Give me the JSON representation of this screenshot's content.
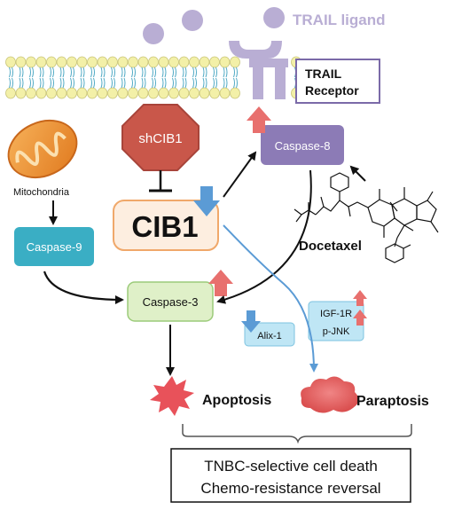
{
  "labels": {
    "trail_ligand": "TRAIL ligand",
    "trail_receptor_line1": "TRAIL",
    "trail_receptor_line2": "Receptor",
    "mitochondria": "Mitochondria",
    "shcib1": "shCIB1",
    "cib1": "CIB1",
    "caspase8": "Caspase-8",
    "caspase9": "Caspase-9",
    "caspase3": "Caspase-3",
    "docetaxel": "Docetaxel",
    "alix1": "Alix-1",
    "igf1r": "IGF-1R",
    "pjnk": "p-JNK",
    "apoptosis": "Apoptosis",
    "paraptosis": "Paraptosis",
    "outcome_line1": "TNBC-selective cell death",
    "outcome_line2": "Chemo-resistance reversal"
  },
  "colors": {
    "trail_purple": "#b9aed4",
    "receptor_purple": "#7b6aa8",
    "caspase8_fill": "#8c7bb6",
    "caspase9_fill": "#3aaec4",
    "caspase3_fill": "#dff0c8",
    "shcib1_fill": "#c9574a",
    "cib1_fill": "#fdeee0",
    "up_arrow": "#e8706e",
    "down_arrow": "#5b9bd5",
    "apoptosis_red": "#e8525a",
    "alix_fill": "#bfe6f5",
    "membrane_yellow": "#f3f0a8",
    "membrane_line": "#4fa9c4"
  }
}
